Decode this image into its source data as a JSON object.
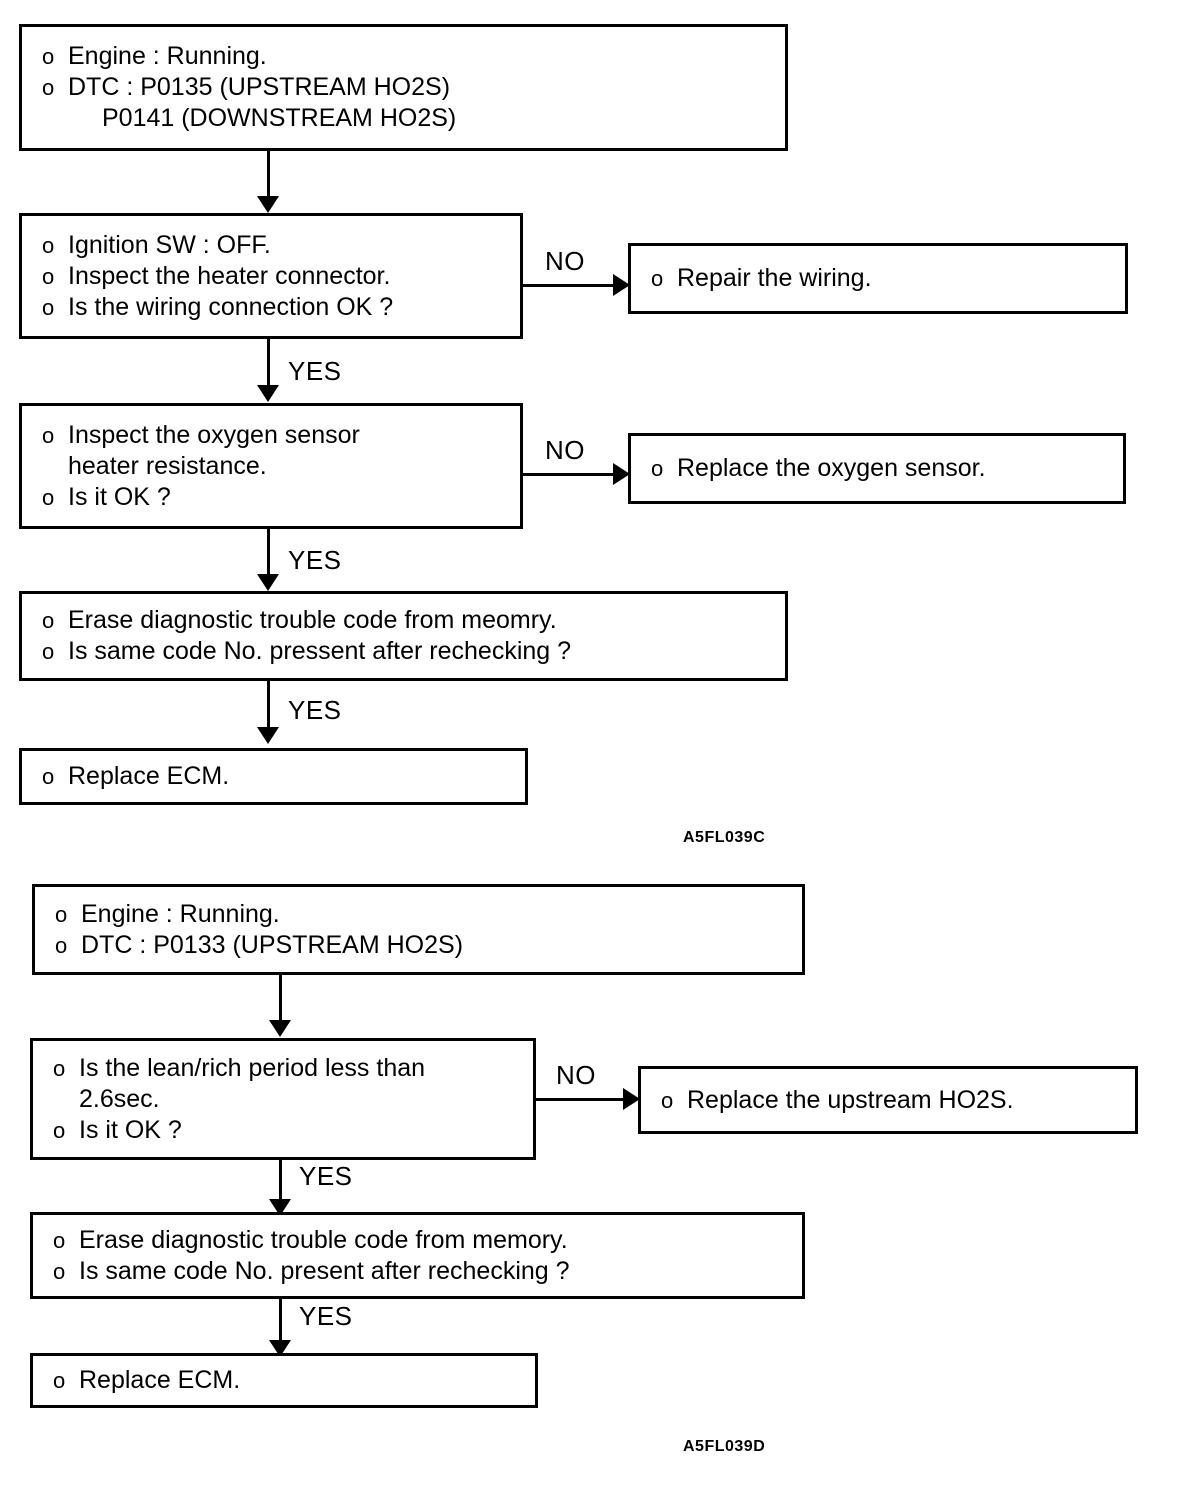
{
  "document": {
    "type": "automotive-diagnostic-flowcharts",
    "flowcharts": [
      {
        "id": "chart-1",
        "caption": "A5FL039C",
        "nodes": [
          {
            "id": "start",
            "lines": [
              {
                "bullet": "o",
                "text": "Engine : Running."
              },
              {
                "bullet": "o",
                "text": "DTC : P0135 (UPSTREAM HO2S)"
              },
              {
                "bullet": "",
                "text": "P0141 (DOWNSTREAM HO2S)",
                "indent": true
              }
            ]
          },
          {
            "id": "check-wiring",
            "lines": [
              {
                "bullet": "o",
                "text": "Ignition SW : OFF."
              },
              {
                "bullet": "o",
                "text": "Inspect the heater connector."
              },
              {
                "bullet": "o",
                "text": "Is the wiring connection OK ?"
              }
            ]
          },
          {
            "id": "repair-wiring",
            "lines": [
              {
                "bullet": "o",
                "text": "Repair the wiring."
              }
            ]
          },
          {
            "id": "check-heater-resistance",
            "lines": [
              {
                "bullet": "o",
                "text": "Inspect the oxygen sensor"
              },
              {
                "bullet": "",
                "text": "heater resistance.",
                "indent": true
              },
              {
                "bullet": "o",
                "text": "Is it OK ?"
              }
            ]
          },
          {
            "id": "replace-oxygen-sensor",
            "lines": [
              {
                "bullet": "o",
                "text": "Replace the oxygen sensor."
              }
            ]
          },
          {
            "id": "erase-dtc",
            "lines": [
              {
                "bullet": "o",
                "text": "Erase diagnostic trouble code from meomry."
              },
              {
                "bullet": "o",
                "text": "Is same code No. pressent after rechecking ?"
              }
            ]
          },
          {
            "id": "replace-ecm",
            "lines": [
              {
                "bullet": "o",
                "text": "Replace ECM."
              }
            ]
          }
        ],
        "edge_labels": {
          "wiring_no": "NO",
          "wiring_yes": "YES",
          "resistance_no": "NO",
          "resistance_yes": "YES",
          "erase_yes": "YES"
        }
      },
      {
        "id": "chart-2",
        "caption": "A5FL039D",
        "nodes": [
          {
            "id": "start",
            "lines": [
              {
                "bullet": "o",
                "text": "Engine : Running."
              },
              {
                "bullet": "o",
                "text": "DTC : P0133 (UPSTREAM HO2S)"
              }
            ]
          },
          {
            "id": "check-lean-rich-period",
            "lines": [
              {
                "bullet": "o",
                "text": "Is the lean/rich period less than"
              },
              {
                "bullet": "",
                "text": "2.6sec.",
                "indent": true
              },
              {
                "bullet": "o",
                "text": "Is it OK ?"
              }
            ]
          },
          {
            "id": "replace-upstream-ho2s",
            "lines": [
              {
                "bullet": "o",
                "text": "Replace the upstream HO2S."
              }
            ]
          },
          {
            "id": "erase-dtc",
            "lines": [
              {
                "bullet": "o",
                "text": "Erase diagnostic trouble code from memory."
              },
              {
                "bullet": "o",
                "text": "Is same code No. present after rechecking ?"
              }
            ]
          },
          {
            "id": "replace-ecm",
            "lines": [
              {
                "bullet": "o",
                "text": "Replace ECM."
              }
            ]
          }
        ],
        "edge_labels": {
          "period_no": "NO",
          "period_yes": "YES",
          "erase_yes": "YES"
        }
      }
    ]
  }
}
